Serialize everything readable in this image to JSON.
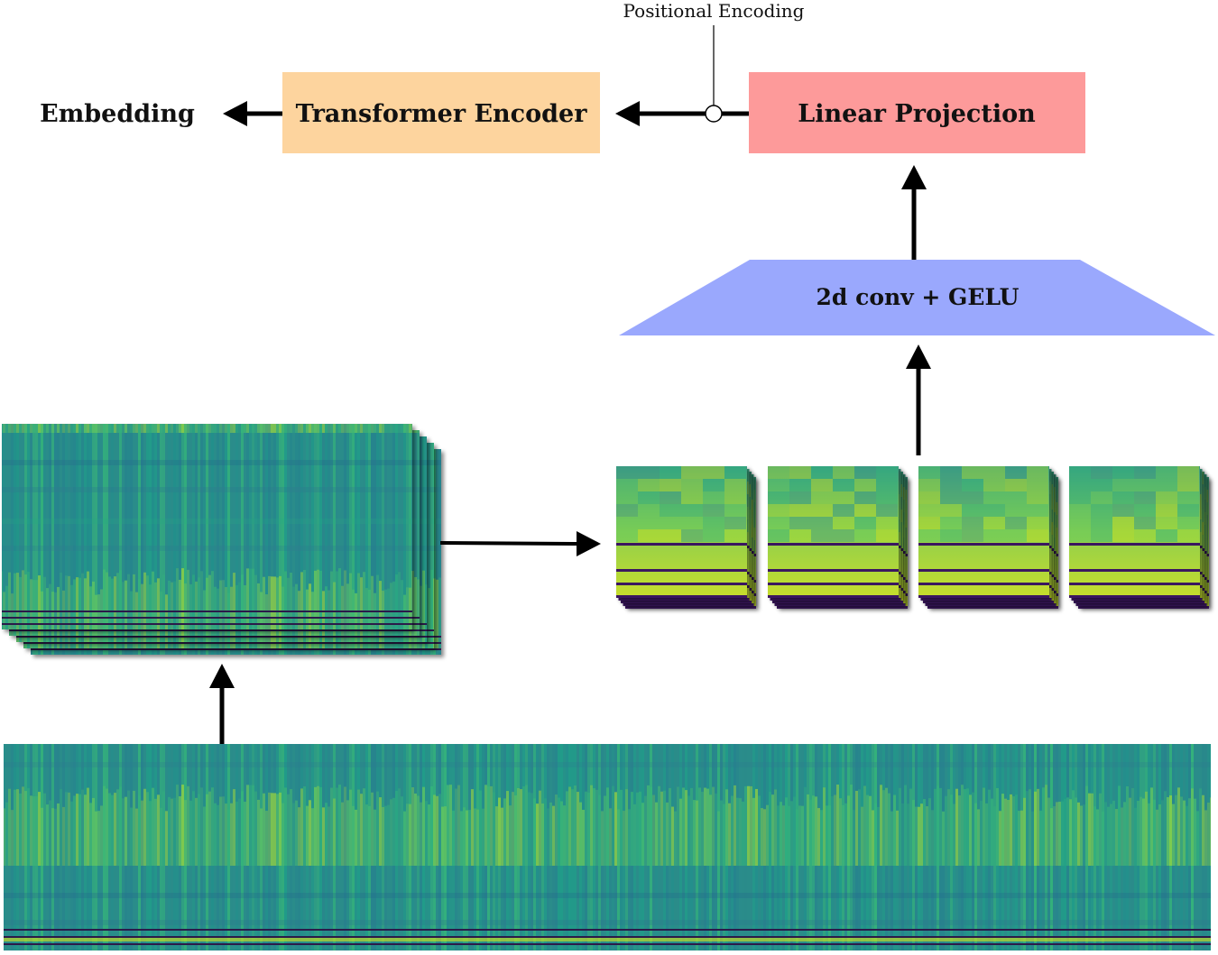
{
  "labels": {
    "embedding": "Embedding",
    "transformer_encoder": "Transformer Encoder",
    "linear_projection": "Linear Projection",
    "positional_encoding": "Positional Encoding",
    "conv_gelu": "2d conv + GELU"
  },
  "colors": {
    "transformer_encoder_fill": "#fdd49e",
    "linear_projection_fill": "#fd9a9a",
    "conv_fill": "#9aa8fd",
    "arrow": "#000000",
    "spectrogram_low": "#21908c",
    "spectrogram_high": "#d8e219",
    "spectrogram_dark": "#3b1660"
  },
  "icons": {
    "positional_encoding_node": "open-circle-icon",
    "arrow_head": "triangle-arrowhead-icon"
  }
}
